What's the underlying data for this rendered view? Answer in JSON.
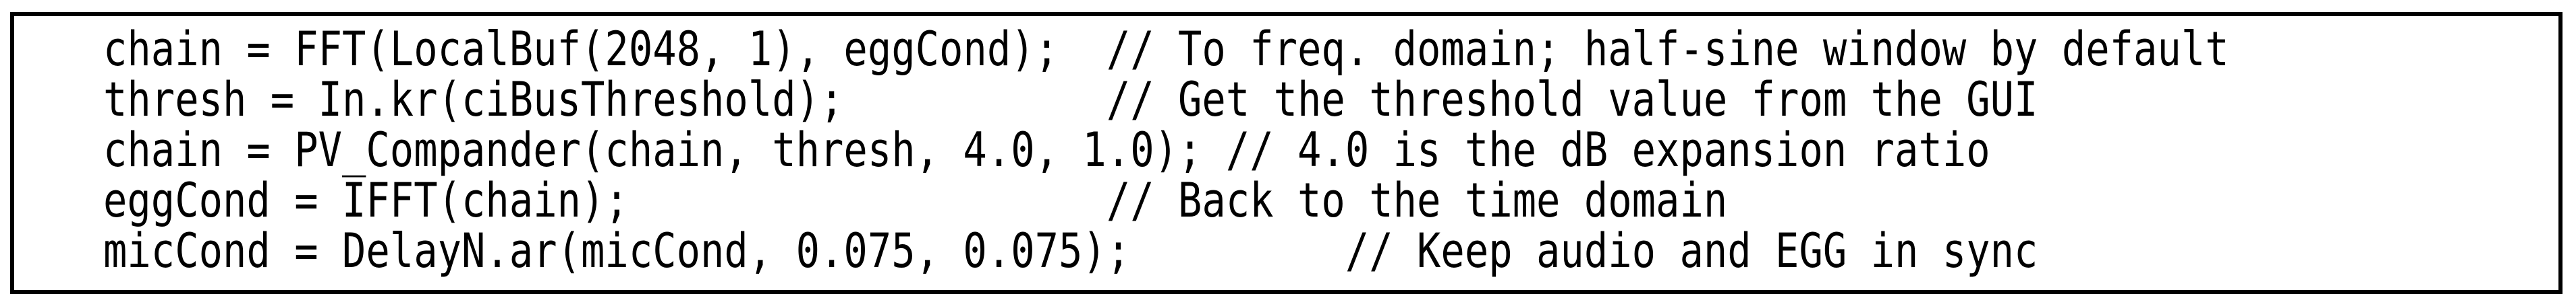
{
  "colors": {
    "background": "#ffffff",
    "border": "#000000",
    "text": "#000000"
  },
  "code_listing": {
    "lines": [
      "chain = FFT(LocalBuf(2048, 1), eggCond);  // To freq. domain; half-sine window by default",
      "thresh = In.kr(ciBusThreshold);           // Get the threshold value from the GUI",
      "chain = PV_Compander(chain, thresh, 4.0, 1.0); // 4.0 is the dB expansion ratio",
      "eggCond = IFFT(chain);                    // Back to the time domain",
      "micCond = DelayN.ar(micCond, 0.075, 0.075);         // Keep audio and EGG in sync"
    ]
  }
}
